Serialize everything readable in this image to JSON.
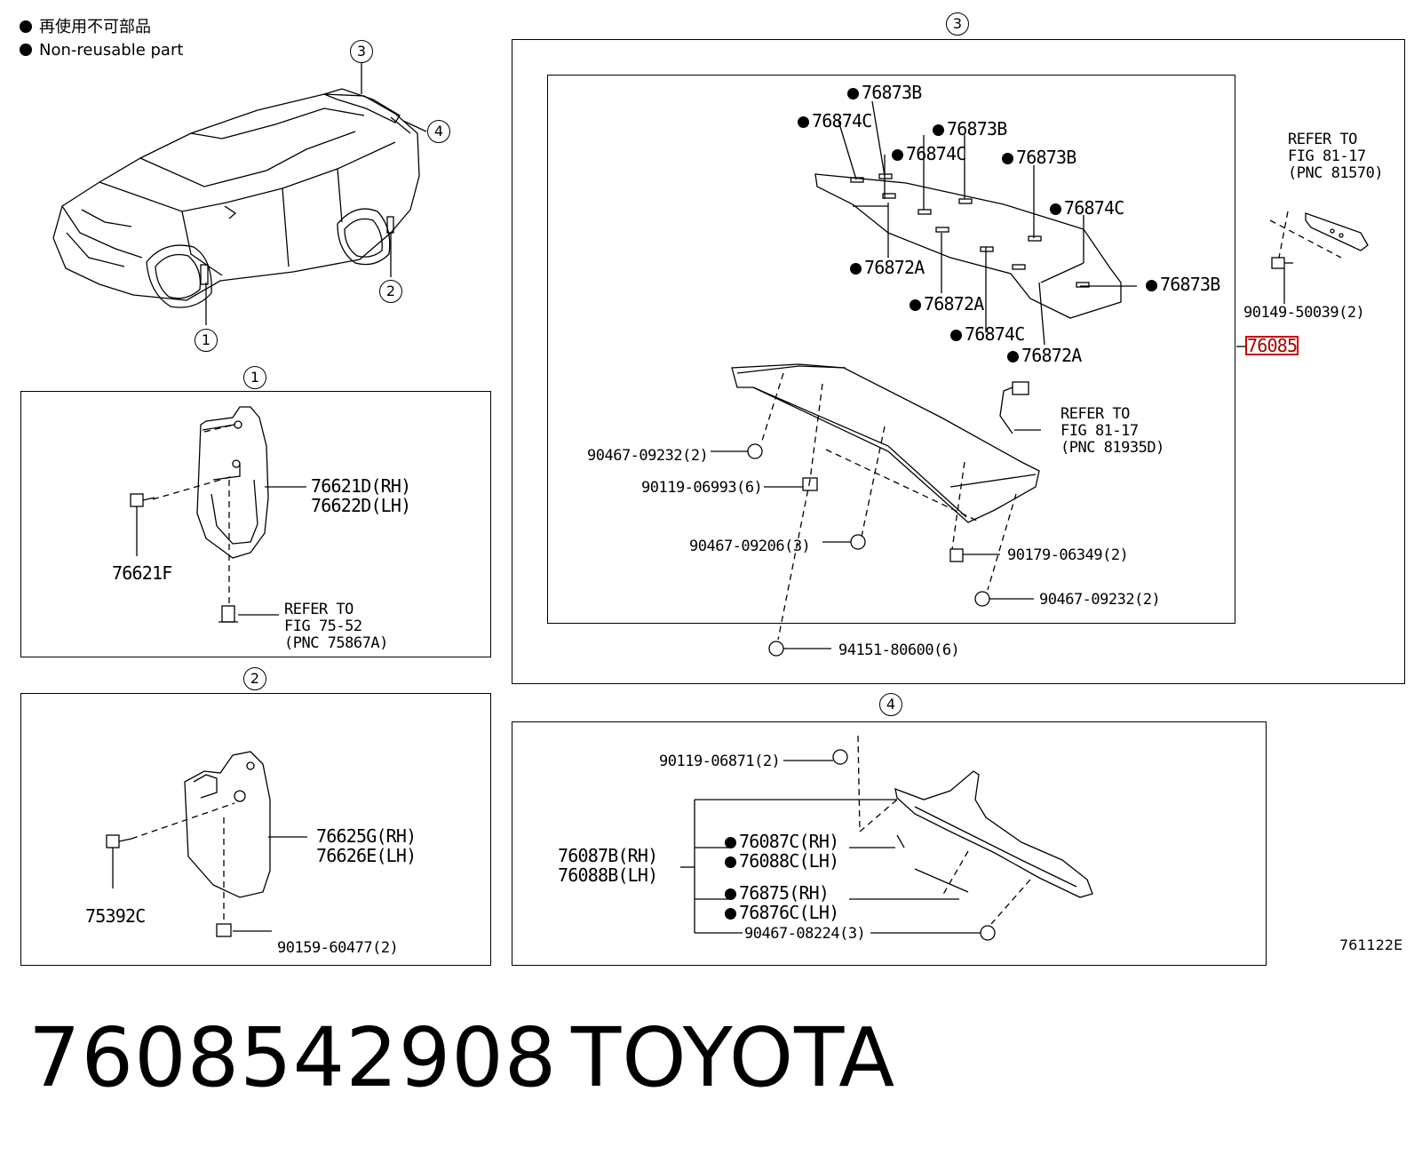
{
  "legend": {
    "line1": "再使用不可部品",
    "line2": "Non-reusable part"
  },
  "markers": {
    "m1": "1",
    "m2": "2",
    "m3": "3",
    "m4": "4"
  },
  "panel1": {
    "pnc_main_rh": "76621D(RH)",
    "pnc_main_lh": "76622D(LH)",
    "screw": "76621F",
    "refer_1": "REFER TO",
    "refer_2": "FIG 75-52",
    "refer_3": "(PNC 75867A)"
  },
  "panel2": {
    "pnc_main_rh": "76625G(RH)",
    "pnc_main_lh": "76626E(LH)",
    "screw": "75392C",
    "bolt": "90159-60477(2)"
  },
  "panel3": {
    "tape_labels": [
      "76873B",
      "76874C",
      "76873B",
      "76874C",
      "76873B",
      "76874C",
      "76872A",
      "76873B",
      "76872A",
      "76874C",
      "76872A"
    ],
    "assembly": "76085",
    "refer_a_1": "REFER TO",
    "refer_a_2": "FIG 81-17",
    "refer_a_3": "(PNC 81570)",
    "bolt_a": "90149-50039(2)",
    "refer_b_1": "REFER TO",
    "refer_b_2": "FIG 81-17",
    "refer_b_3": "(PNC 81935D)",
    "clip_1": "90467-09232(2)",
    "clip_2": "90119-06993(6)",
    "clip_3": "90467-09206(3)",
    "clip_4": "90179-06349(2)",
    "clip_5": "90467-09232(2)",
    "clip_6": "94151-80600(6)"
  },
  "panel4": {
    "bolt": "90119-06871(2)",
    "cover_rh": "76087B(RH)",
    "cover_lh": "76088B(LH)",
    "tape_rh": "76087C(RH)",
    "tape_lh": "76088C(LH)",
    "seal_rh": "76875(RH)",
    "seal_lh": "76876C(LH)",
    "clip": "90467-08224(3)"
  },
  "figure_id": "761122E",
  "part_number": "7608542908",
  "brand": "TOYOTA"
}
